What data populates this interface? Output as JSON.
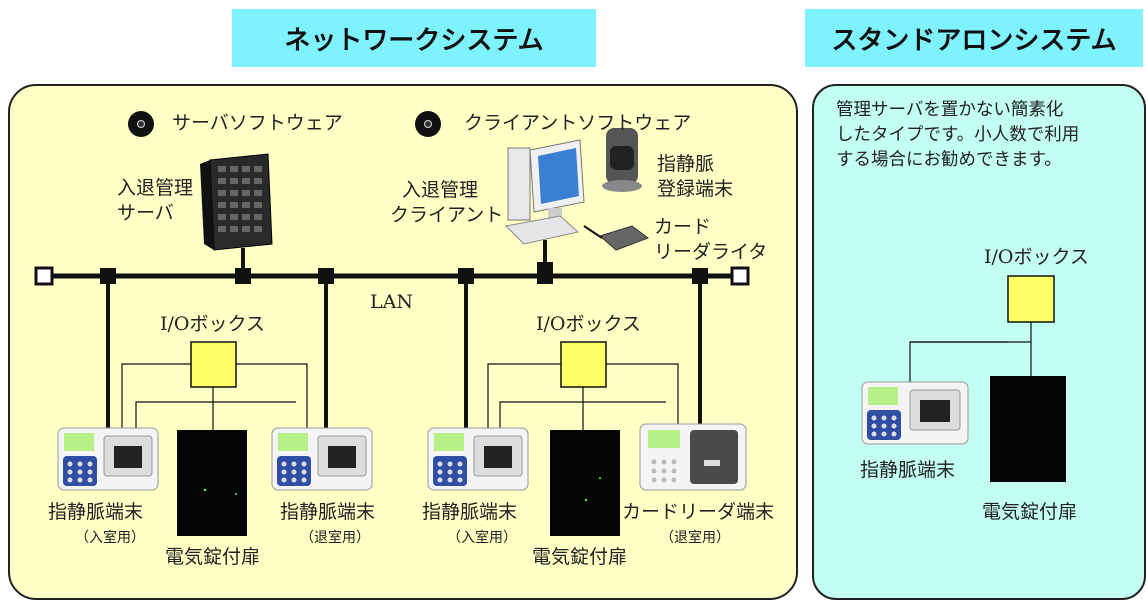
{
  "network": {
    "title": "ネットワークシステム",
    "server_software": "サーバソフトウェア",
    "client_software": "クライアントソフトウェア",
    "server_label_1": "入退管理",
    "server_label_2": "サーバ",
    "client_label_1": "入退管理",
    "client_label_2": "クライアント",
    "reg_label_1": "指静脈",
    "reg_label_2": "登録端末",
    "card_rw_1": "カード",
    "card_rw_2": "リーダライタ",
    "lan": "LAN",
    "io_box_left": "I/Oボックス",
    "io_box_right": "I/Oボックス",
    "term1": "指静脈端末",
    "term1_sub": "（入室用）",
    "term2": "指静脈端末",
    "term2_sub": "（退室用）",
    "term3": "指静脈端末",
    "term3_sub": "（入室用）",
    "term4": "カードリーダ端末",
    "term4_sub": "（退室用）",
    "door_left": "電気錠付扉",
    "door_right": "電気錠付扉"
  },
  "standalone": {
    "title": "スタンドアロンシステム",
    "desc_1": "管理サーバを置かない簡素化",
    "desc_2": "したタイプです。小人数で利用",
    "desc_3": "する場合にお勧めできます。",
    "io_box": "I/Oボックス",
    "terminal": "指静脈端末",
    "door": "電気錠付扉"
  },
  "colors": {
    "title_bg": "#7ef2ff",
    "network_bg": "#ffffc6",
    "standalone_bg": "#c4fff4",
    "io_box": "#ffff66"
  }
}
